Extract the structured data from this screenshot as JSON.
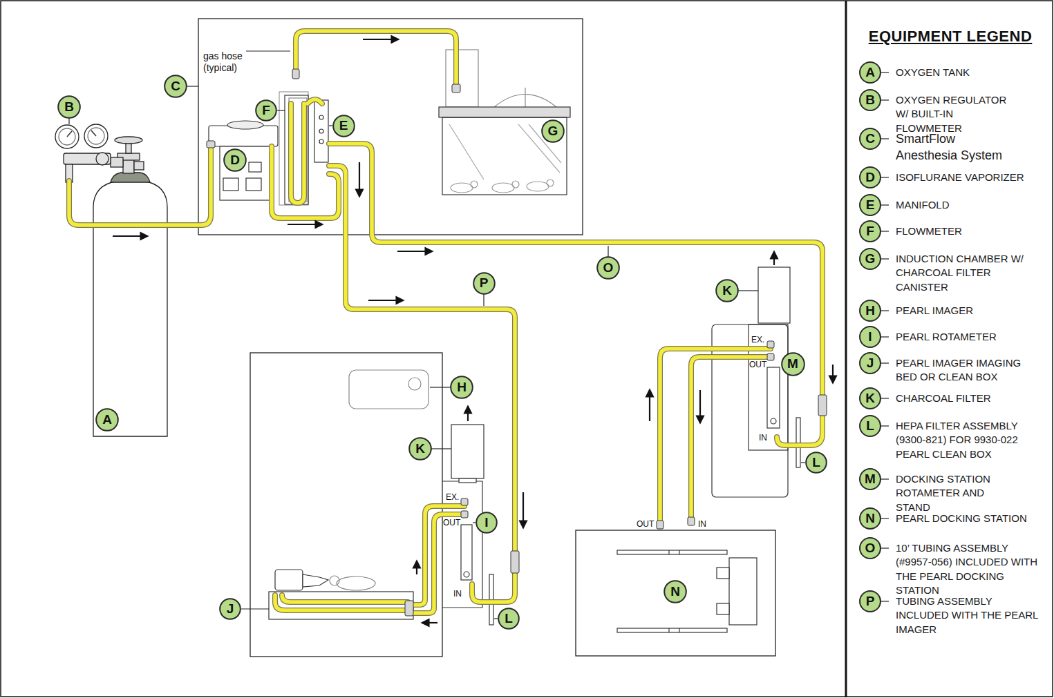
{
  "diagram": {
    "title": "EQUIPMENT LEGEND",
    "nodes": [
      {
        "text": [
          "C"
        ]
      },
      {
        "text": [
          "B"
        ]
      },
      {
        "text": [
          "F"
        ]
      },
      {
        "text": [
          "E"
        ]
      },
      {
        "text": [
          "G"
        ]
      },
      {
        "text": [
          "D"
        ]
      },
      {
        "text": [
          "O"
        ]
      },
      {
        "text": [
          "P"
        ]
      },
      {
        "text": [
          "K"
        ]
      },
      {
        "text": [
          "M"
        ]
      },
      {
        "text": [
          "H"
        ]
      },
      {
        "text": [
          "A"
        ]
      },
      {
        "text": [
          "K"
        ]
      },
      {
        "text": [
          "L"
        ]
      },
      {
        "text": [
          "I"
        ]
      },
      {
        "text": [
          "N"
        ]
      },
      {
        "text": [
          "J"
        ]
      },
      {
        "text": [
          "L"
        ]
      }
    ],
    "labels": [
      "gas hose (typical)",
      "EX.",
      "OUT",
      "IN",
      "OUT",
      "IN",
      "EX.",
      "OUT",
      "IN",
      "A",
      "B",
      "C",
      "D",
      "E",
      "F",
      "G",
      "H",
      "I",
      "J",
      "K",
      "L",
      "M",
      "N",
      "O",
      "P"
    ],
    "legend": [
      {
        "text": "OXYGEN TANK"
      },
      {
        "text": "OXYGEN REGULATOR W/ BUILT-IN FLOWMETER"
      },
      {
        "text": "SmartFlow Anesthesia System"
      },
      {
        "text": "ISOFLURANE VAPORIZER"
      },
      {
        "text": "MANIFOLD"
      },
      {
        "text": "FLOWMETER"
      },
      {
        "text": "INDUCTION CHAMBER W/ CHARCOAL FILTER CANISTER"
      },
      {
        "text": "PEARL IMAGER"
      },
      {
        "text": "PEARL ROTAMETER"
      },
      {
        "text": "PEARL IMAGER IMAGING BED OR CLEAN BOX"
      },
      {
        "text": "CHARCOAL FILTER"
      },
      {
        "text": "HEPA FILTER ASSEMBLY (9300-821) FOR 9930-022 PEARL CLEAN BOX"
      },
      {
        "text": "DOCKING STATION ROTAMETER AND STAND"
      },
      {
        "text": "PEARL DOCKING STATION"
      },
      {
        "text": "10’ TUBING ASSEMBLY (#9957-056) INCLUDED WITH THE PEARL DOCKING STATION"
      },
      {
        "text": "TUBING ASSEMBLY INCLUDED WITH THE PEARL IMAGER"
      }
    ]
  }
}
